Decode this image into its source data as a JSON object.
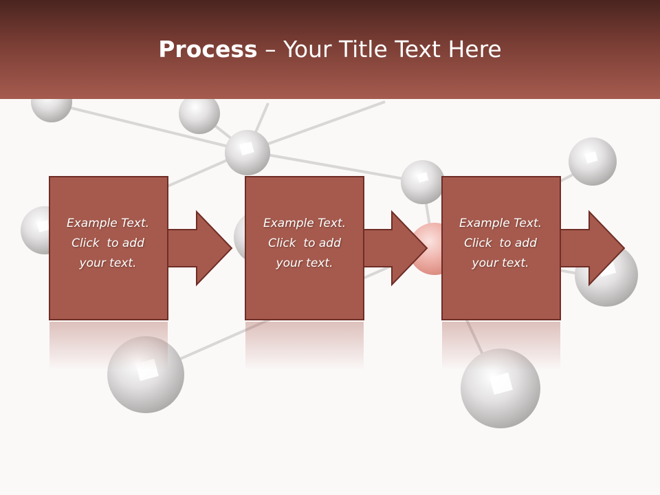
{
  "title": {
    "bold": "Process",
    "rest": " – Your Title Text Here"
  },
  "steps": [
    {
      "line1": "Example Text.",
      "line2": "Click  to add",
      "line3": "your text."
    },
    {
      "line1": "Example Text.",
      "line2": "Click  to add",
      "line3": "your text."
    },
    {
      "line1": "Example Text.",
      "line2": "Click  to add",
      "line3": "your text."
    }
  ],
  "colors": {
    "box_fill": "#a65a4d",
    "box_stroke": "#6e2d25",
    "header_dark": "#4a241f",
    "header_light": "#a65b4f"
  }
}
